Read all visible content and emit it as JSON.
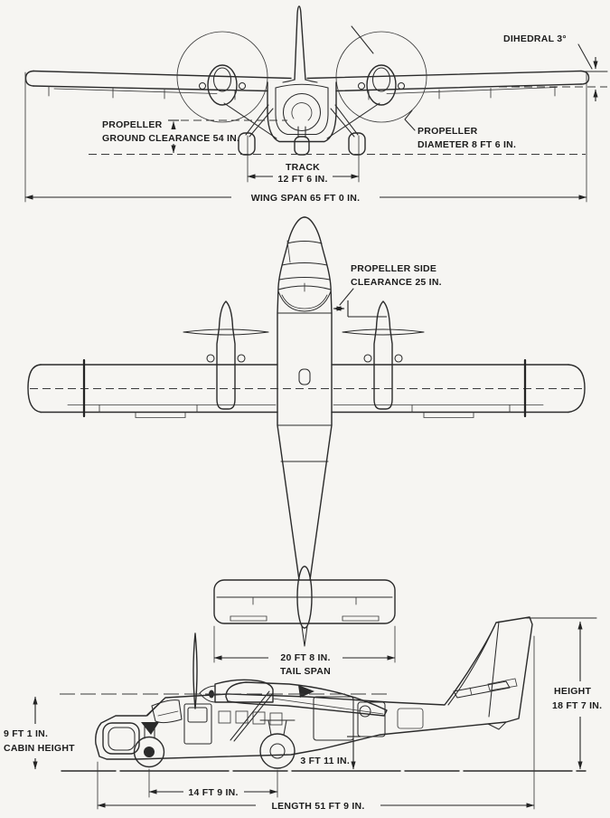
{
  "figure": {
    "description": "Three-view general arrangement drawing of a twin-engine high-wing STOL utility aircraft with dimension callouts",
    "paper_color": "#f6f5f2",
    "ink_color": "#2b2b2b"
  },
  "front_view": {
    "dihedral_label": "DIHEDRAL 3°",
    "propeller_ground_clearance": {
      "line1": "PROPELLER",
      "line2": "GROUND CLEARANCE 54 IN."
    },
    "propeller_diameter": {
      "line1": "PROPELLER",
      "line2": "DIAMETER 8 FT 6 IN."
    },
    "track": {
      "line1": "TRACK",
      "line2": "12 FT 6 IN."
    },
    "wing_span_label": "WING SPAN 65 FT 0 IN."
  },
  "top_view": {
    "propeller_side_clearance": {
      "line1": "PROPELLER SIDE",
      "line2": "CLEARANCE 25 IN."
    },
    "tail_span": {
      "line1": "20 FT 8 IN.",
      "line2": "TAIL SPAN"
    }
  },
  "side_view": {
    "height": {
      "line1": "HEIGHT",
      "line2": "18 FT 7 IN."
    },
    "cabin_height": {
      "line1": "9 FT 1 IN.",
      "line2": "CABIN HEIGHT"
    },
    "rear_fuselage_clearance": "3 FT 11 IN.",
    "wheel_base": "14 FT 9 IN.",
    "overall_length": "LENGTH 51 FT 9 IN."
  }
}
